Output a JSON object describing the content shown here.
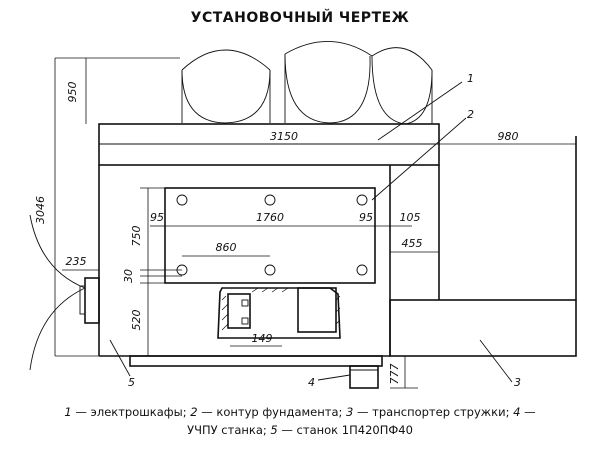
{
  "title": "УСТАНОВОЧНЫЙ ЧЕРТЕЖ",
  "dimensions": {
    "d950": "950",
    "d3150": "3150",
    "d980": "980",
    "d3046": "3046",
    "d95_left": "95",
    "d1760": "1760",
    "d95_right": "95",
    "d105": "105",
    "d750": "750",
    "d860": "860",
    "d455": "455",
    "d235": "235",
    "d30": "30",
    "d520": "520",
    "d149": "149",
    "d777": "777"
  },
  "callouts": {
    "c1": "1",
    "c2": "2",
    "c3": "3",
    "c4": "4",
    "c5": "5"
  },
  "caption": {
    "line1": [
      {
        "num": "1",
        "text": " — электрошкафы; "
      },
      {
        "num": "2",
        "text": " — контур фундамента; "
      },
      {
        "num": "3",
        "text": " — транспортер стружки; "
      },
      {
        "num": "4",
        "text": " —"
      }
    ],
    "line2": [
      {
        "num": "",
        "text": "УЧПУ станка; "
      },
      {
        "num": "5",
        "text": " — станок 1П420ПФ40"
      }
    ]
  }
}
